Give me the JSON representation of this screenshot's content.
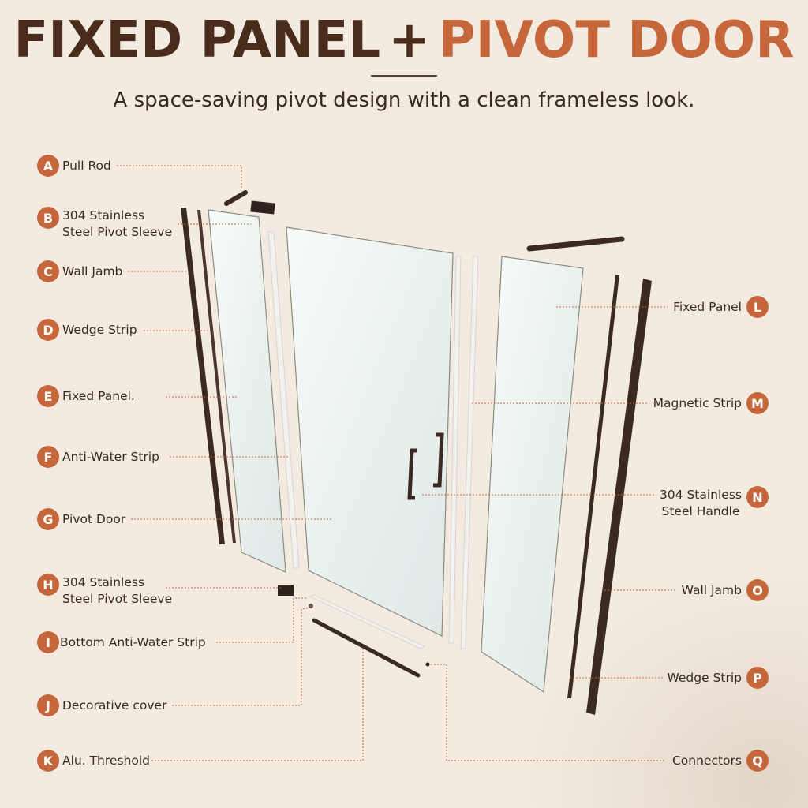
{
  "header": {
    "title_part1": "FIXED PANEL",
    "title_plus": "+",
    "title_part2": "PIVOT DOOR",
    "subtitle": "A space-saving pivot design with a clean frameless look."
  },
  "colors": {
    "background": "#f3ebe2",
    "title_dark": "#4a2c1d",
    "accent": "#c5673a",
    "hardware": "#3b2a22",
    "leader": "#c5673a"
  },
  "labels": [
    {
      "letter": "A",
      "text": "Pull Rod",
      "side": "left"
    },
    {
      "letter": "B",
      "text": "304 Stainless",
      "text2": "Steel Pivot Sleeve",
      "side": "left"
    },
    {
      "letter": "C",
      "text": "Wall Jamb",
      "side": "left"
    },
    {
      "letter": "D",
      "text": "Wedge Strip",
      "side": "left"
    },
    {
      "letter": "E",
      "text": "Fixed Panel.",
      "side": "left"
    },
    {
      "letter": "F",
      "text": "Anti-Water Strip",
      "side": "left"
    },
    {
      "letter": "G",
      "text": "Pivot Door",
      "side": "left"
    },
    {
      "letter": "H",
      "text": "304 Stainless",
      "text2": "Steel Pivot Sleeve",
      "side": "left"
    },
    {
      "letter": "I",
      "text": "Bottom Anti-Water Strip",
      "side": "left"
    },
    {
      "letter": "J",
      "text": "Decorative cover",
      "side": "left"
    },
    {
      "letter": "K",
      "text": "Alu. Threshold",
      "side": "left"
    },
    {
      "letter": "L",
      "text": "Fixed Panel",
      "side": "right"
    },
    {
      "letter": "M",
      "text": "Magnetic Strip",
      "side": "right"
    },
    {
      "letter": "N",
      "text": "304 Stainless",
      "text2": "Steel Handle",
      "side": "right"
    },
    {
      "letter": "O",
      "text": "Wall Jamb",
      "side": "right"
    },
    {
      "letter": "P",
      "text": "Wedge Strip",
      "side": "right"
    },
    {
      "letter": "Q",
      "text": "Connectors",
      "side": "right"
    }
  ]
}
